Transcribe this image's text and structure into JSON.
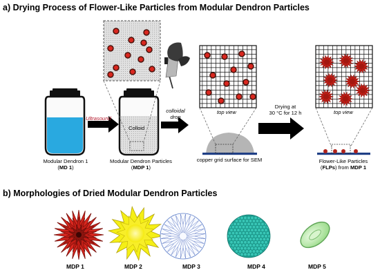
{
  "part_a": {
    "title": "a) Drying Process of Flower-Like Particles from Modular Dendron Particles",
    "ultrasound": "Ultrasound",
    "colloid": "Colloid",
    "colloidal": "colloidal",
    "drop": "drop",
    "top_view": "top view",
    "drying_line1": "Drying at",
    "drying_line2": "30 °C for 12 h",
    "md1_line1": "Modular Dendron 1",
    "md1_line2_bold": "MD 1",
    "mdp1_line1": "Modular Dendron Particles",
    "mdp1_line2_bold": "MDP 1",
    "copper": "copper grid surface for SEM",
    "flp_line1": "Flower-Like Particles",
    "flp_line2_bold": "FLPs",
    "flp_line2_mid": " from ",
    "flp_line2_bold2": "MDP 1"
  },
  "part_b": {
    "title": "b) Morphologies of Dried Modular Dendron Particles",
    "labels": [
      "MDP 1",
      "MDP 2",
      "MDP 3",
      "MDP 4",
      "MDP 5"
    ]
  },
  "colors": {
    "solution_blue": "#29a9e0",
    "particle_red": "#d9271f",
    "particle_yellow": "#f5ef16",
    "particle_teal": "#2bb9aa",
    "particle_green": "#c6eeb9",
    "grid_blue": "#1f3f86"
  }
}
